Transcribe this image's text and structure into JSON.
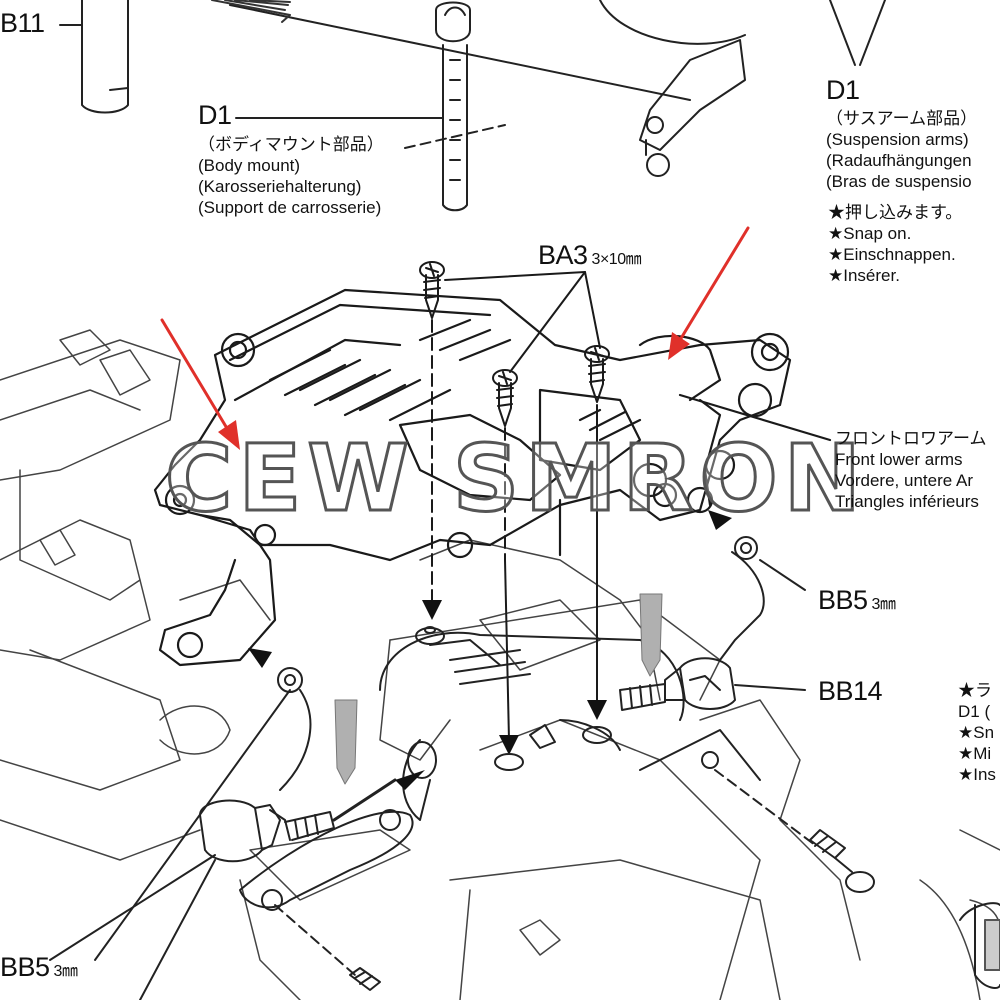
{
  "labels": {
    "bb11": "B11",
    "d1_top": "D1",
    "d1_right": "D1",
    "ba3": "BA3",
    "ba3_size": "3×10㎜",
    "bb5_right": "BB5",
    "bb5_right_size": "3㎜",
    "bb14": "BB14",
    "bb5_left": "BB5",
    "bb5_left_size": "3㎜"
  },
  "body_mount": {
    "jp": "（ボディマウント部品）",
    "en": "(Body mount)",
    "de": "(Karosseriehalterung)",
    "fr": "(Support de carrosserie)"
  },
  "suspension_arms": {
    "jp": "（サスアーム部品）",
    "en": "(Suspension arms)",
    "de": "(Radaufhängungen",
    "fr": "(Bras de suspensio"
  },
  "snap_on": {
    "jp": "★押し込みます。",
    "en": "★Snap on.",
    "de": "★Einschnappen.",
    "fr": "★Insérer."
  },
  "front_lower_arms": {
    "jp": "フロントロワアーム",
    "en": "Front lower arms",
    "de": "Vordere, untere Ar",
    "fr": "Triangles inférieurs"
  },
  "partial_note": {
    "l1": "★ラ",
    "l2": "D1 (",
    "l3": "★Sn",
    "l4": "★Mi",
    "l5": "★Ins"
  },
  "watermark": "CEW SMRON",
  "colors": {
    "line": "#222222",
    "arrow_red": "#e0302a",
    "fill_gray": "#b8b8b8"
  }
}
